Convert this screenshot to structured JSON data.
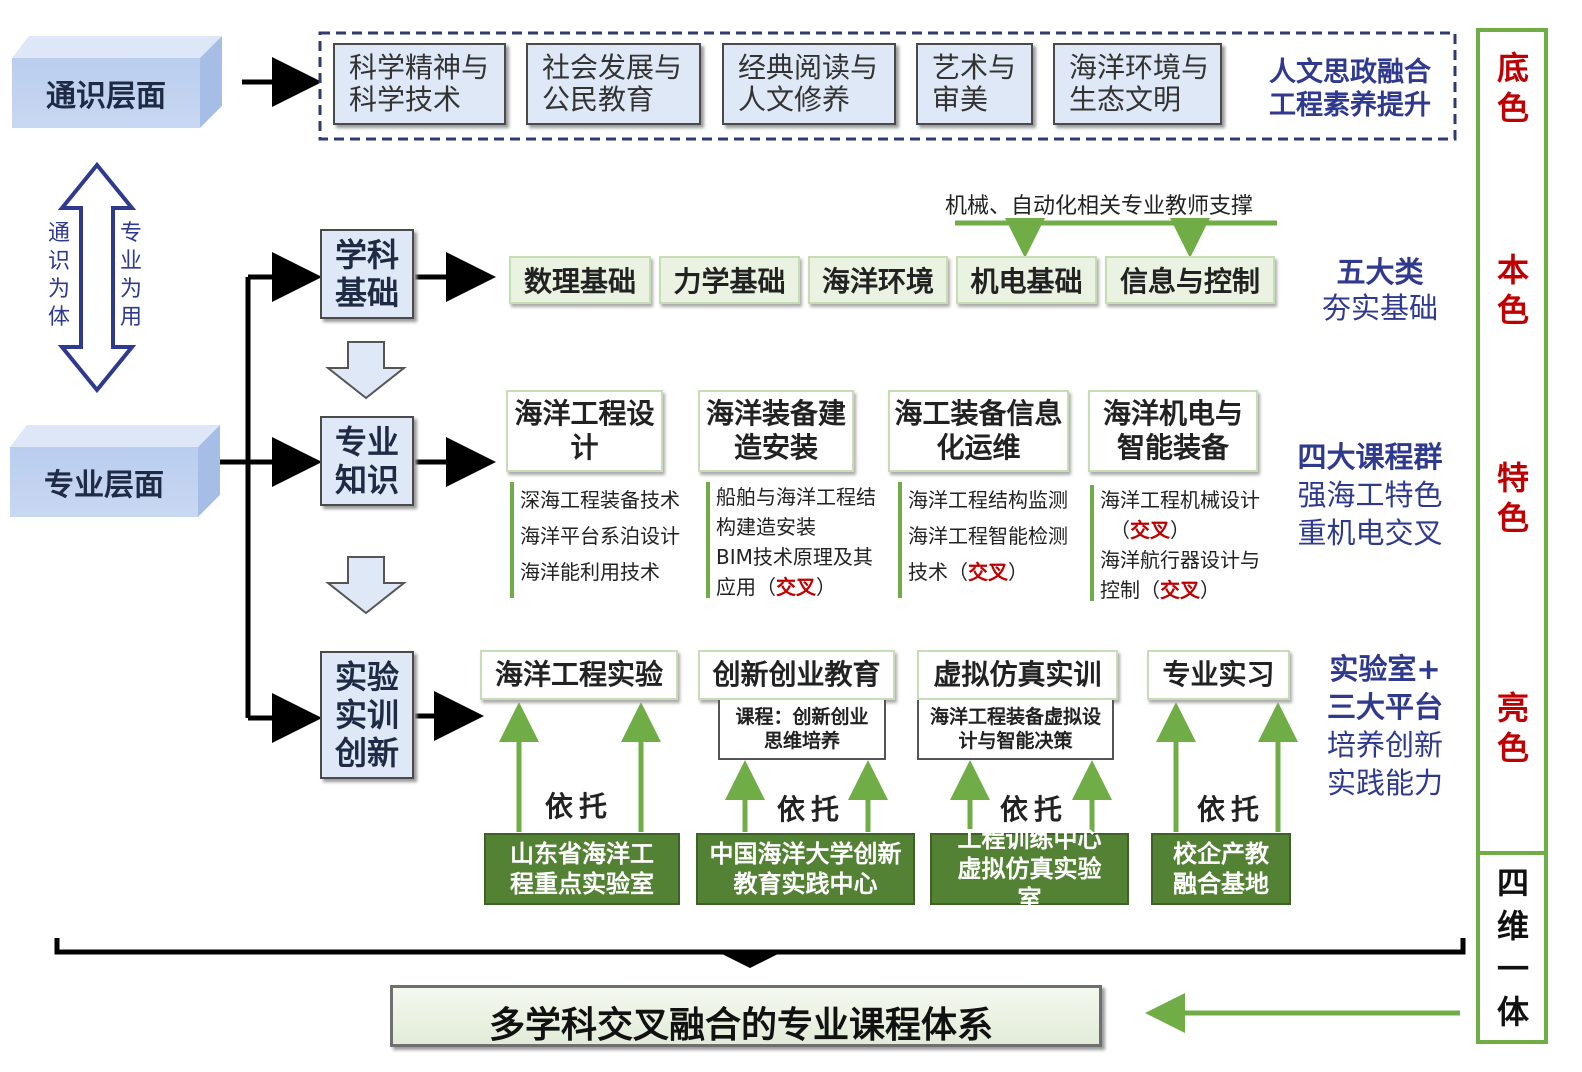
{
  "left_layers": {
    "general": "通识层面",
    "major": "专业层面"
  },
  "double_arrow": {
    "left": "通识为体",
    "right": "专业为用"
  },
  "general_courses": [
    "科学精神与科学技术",
    "社会发展与公民教育",
    "经典阅读与人文修养",
    "艺术与审美",
    "海洋环境与生态文明"
  ],
  "general_label": [
    "人文思政融合",
    "工程素养提升"
  ],
  "stages": {
    "foundation": "学科基础",
    "knowledge": "专业知识",
    "practice": "实验实训创新"
  },
  "teacher_support": "机械、自动化相关专业教师支撑",
  "foundation_categories": [
    "数理基础",
    "力学基础",
    "海洋环境",
    "机电基础",
    "信息与控制"
  ],
  "foundation_label": {
    "bold": "五大类",
    "normal": "夯实基础"
  },
  "course_groups": [
    {
      "title": "海洋工程设计",
      "lines": [
        {
          "text": "深海工程装备技术"
        },
        {
          "text": "海洋平台系泊设计"
        },
        {
          "text": "海洋能利用技术"
        }
      ]
    },
    {
      "title": "海洋装备建造安装",
      "lines": [
        {
          "text": "船舶与海洋工程结"
        },
        {
          "text": "构建造安装"
        },
        {
          "text": "BIM技术原理及其"
        },
        {
          "text": "应用（",
          "tag": "交叉",
          "after": "）"
        }
      ]
    },
    {
      "title": "海工装备信息化运维",
      "lines": [
        {
          "text": "海洋工程结构监测"
        },
        {
          "text": "海洋工程智能检测"
        },
        {
          "text": "技术（",
          "tag": "交叉",
          "after": "）"
        }
      ]
    },
    {
      "title": "海洋机电与智能装备",
      "lines": [
        {
          "text": "海洋工程机械设计"
        },
        {
          "text": "（",
          "tag": "交叉",
          "after": "）"
        },
        {
          "text": "海洋航行器设计与"
        },
        {
          "text": "控制（",
          "tag": "交叉",
          "after": "）"
        }
      ]
    }
  ],
  "knowledge_label": {
    "bold": "四大课程群",
    "normal1": "强海工特色",
    "normal2": "重机电交叉"
  },
  "practice_items": [
    {
      "title": "海洋工程实验",
      "sub": null,
      "rely": "依托",
      "base": "山东省海洋工程重点实验室"
    },
    {
      "title": "创新创业教育",
      "sub": "课程：创新创业思维培养",
      "rely": "依托",
      "base": "中国海洋大学创新教育实践中心"
    },
    {
      "title": "虚拟仿真实训",
      "sub": "海洋工程装备虚拟设计与智能决策",
      "rely": "依托",
      "base": "工程训练中心虚拟仿真实验室"
    },
    {
      "title": "专业实习",
      "sub": null,
      "rely": "依托",
      "base": "校企产教融合基地"
    }
  ],
  "practice_label": {
    "bold1": "实验室+",
    "bold2": "三大平台",
    "normal1": "培养创新",
    "normal2": "实践能力"
  },
  "right_column": {
    "colors": [
      "底色",
      "本色",
      "特色",
      "亮色"
    ],
    "integration": "四维一体"
  },
  "final_title": "多学科交叉融合的专业课程体系",
  "palette": {
    "navy": "#2f3a8f",
    "green": "#70ad47",
    "dark_green": "#548235",
    "red": "#c00000",
    "block_blue": "#c9d8f2"
  }
}
